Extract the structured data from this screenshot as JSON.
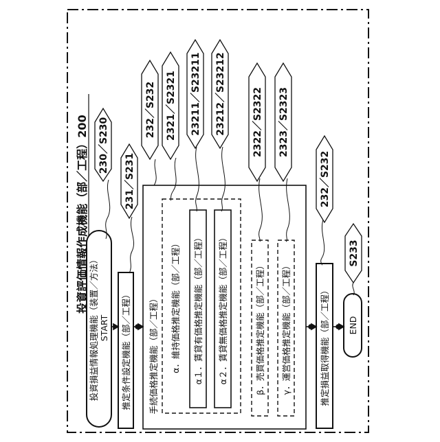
{
  "title": "投資評価情報作成機能（部／工程）200",
  "start_box": {
    "line1": "投資損益情報処理機能（装置／方法）",
    "line2": "START"
  },
  "boxes": {
    "b231": "推定条件設定機能（部／工程）",
    "b232_outer": "手続価格推定機能（部／工程）",
    "b2321": "α．維持価格推定機能（部／工程）",
    "b23211": "α１．賃貸有価格推定機能（部／工程）",
    "b23212": "α２．賃貸無価格推定機能（部／工程）",
    "b2322": "β．売買価格推定機能（部／工程）",
    "b2323": "γ．運営価格推定機能（部／工程）",
    "b_final": "推定損益取得機能（部／工程）",
    "end": "END"
  },
  "callouts": {
    "c230": "230／S230",
    "c231": "231／S231",
    "c232": "232／S232",
    "c2321": "2321／S2321",
    "c23211": "23211／S23211",
    "c23212": "23212／S23212",
    "c2322": "2322／S2322",
    "c2323": "2323／S2323",
    "c232b": "232／S232",
    "c233": "S233"
  }
}
